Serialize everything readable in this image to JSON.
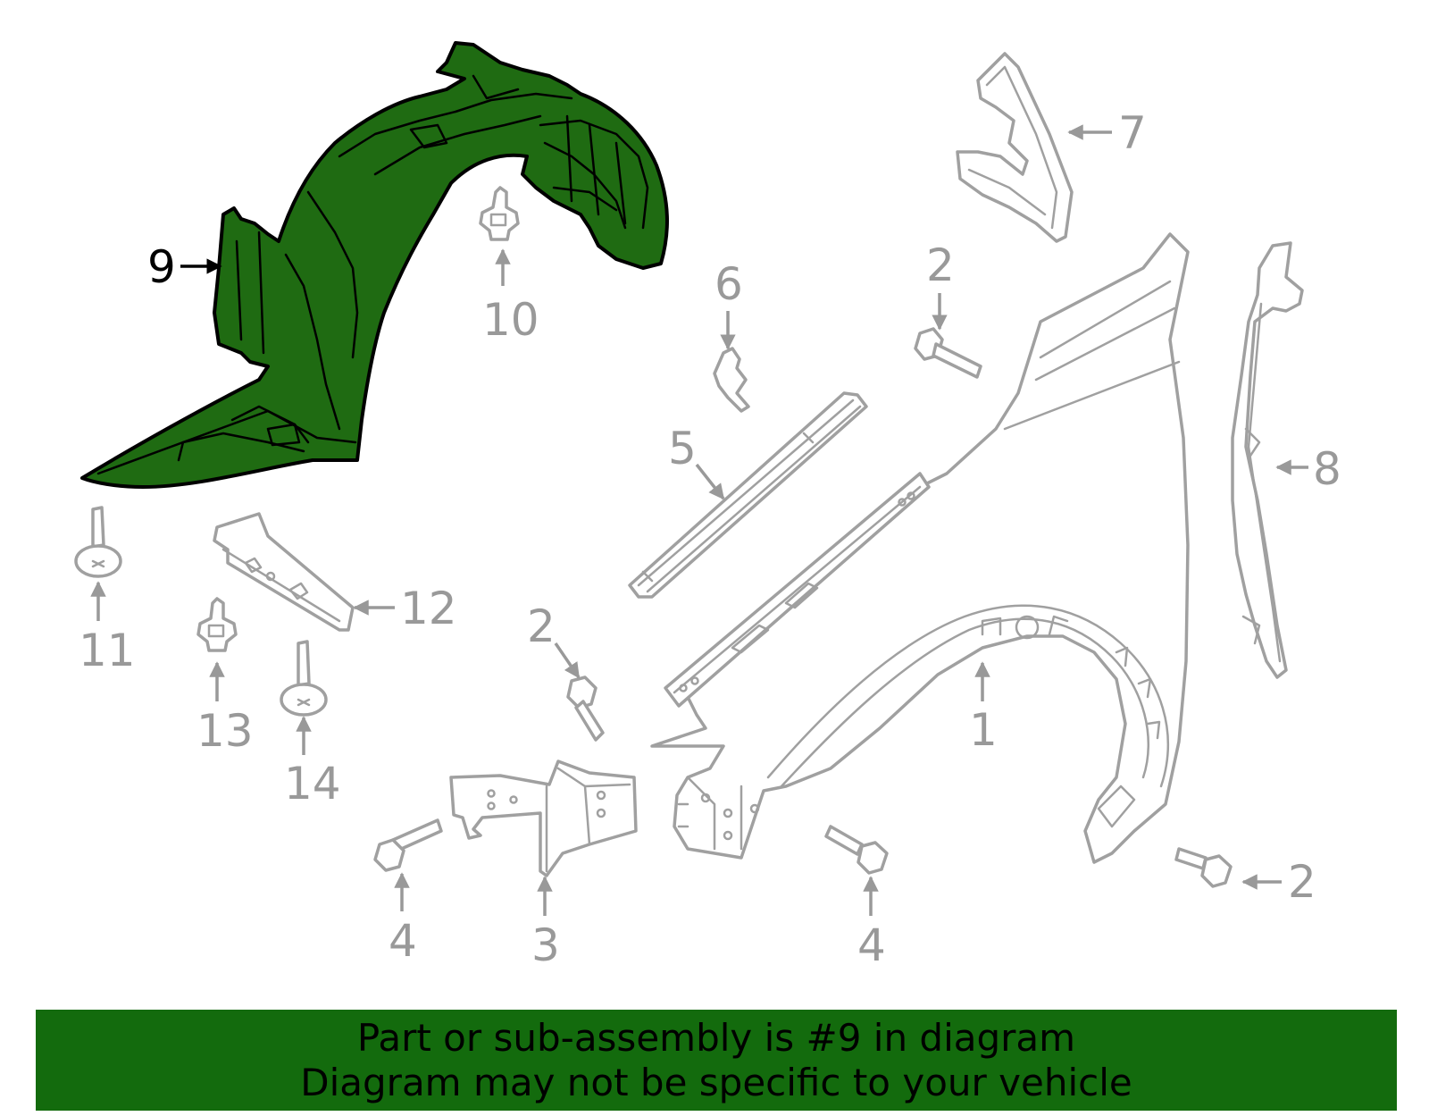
{
  "diagram": {
    "highlighted_part": "9",
    "colors": {
      "highlight": "#1f6b12",
      "banner": "#136b0d",
      "callout": "#999999",
      "active_callout": "#000000"
    },
    "callouts": [
      {
        "id": "c1",
        "label": "1"
      },
      {
        "id": "c2a",
        "label": "2"
      },
      {
        "id": "c2b",
        "label": "2"
      },
      {
        "id": "c2c",
        "label": "2"
      },
      {
        "id": "c3",
        "label": "3"
      },
      {
        "id": "c4a",
        "label": "4"
      },
      {
        "id": "c4b",
        "label": "4"
      },
      {
        "id": "c5",
        "label": "5"
      },
      {
        "id": "c6",
        "label": "6"
      },
      {
        "id": "c7",
        "label": "7"
      },
      {
        "id": "c8",
        "label": "8"
      },
      {
        "id": "c9",
        "label": "9"
      },
      {
        "id": "c10",
        "label": "10"
      },
      {
        "id": "c11",
        "label": "11"
      },
      {
        "id": "c12",
        "label": "12"
      },
      {
        "id": "c13",
        "label": "13"
      },
      {
        "id": "c14",
        "label": "14"
      }
    ]
  },
  "banner": {
    "line1": "Part or sub-assembly is #9 in diagram",
    "line2": "Diagram may not be specific to your vehicle"
  }
}
